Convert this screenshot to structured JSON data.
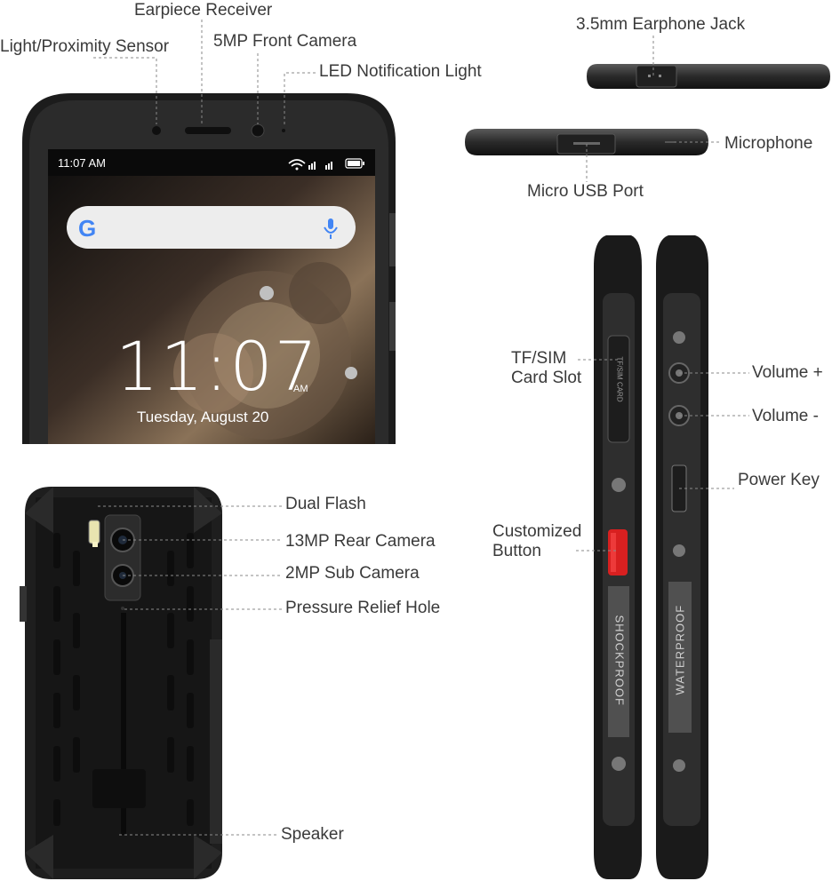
{
  "labels": {
    "earpiece_receiver": "Earpiece Receiver",
    "light_proximity_sensor": "Light/Proximity Sensor",
    "front_camera": "5MP Front Camera",
    "led_notification": "LED Notification Light",
    "earphone_jack": "3.5mm Earphone Jack",
    "microphone": "Microphone",
    "micro_usb_port": "Micro USB Port",
    "tf_sim_slot_line1": "TF/SIM",
    "tf_sim_slot_line2": "Card Slot",
    "volume_up": "Volume +",
    "volume_down": "Volume -",
    "power_key": "Power Key",
    "customized_button_line1": "Customized",
    "customized_button_line2": "Button",
    "dual_flash": "Dual Flash",
    "rear_camera": "13MP Rear Camera",
    "sub_camera": "2MP Sub Camera",
    "pressure_relief_hole": "Pressure Relief Hole",
    "speaker": "Speaker"
  },
  "screen": {
    "status_time": "11:07 AM",
    "clock": "11:07",
    "clock_suffix": "AM",
    "date": "Tuesday, August 20"
  },
  "side_text": {
    "left_side": "SHOCKPROOF",
    "right_side": "WATERPROOF",
    "card_slot": "TF/SIM CARD"
  },
  "colors": {
    "phone_body": "#1c1c1c",
    "phone_bezel": "#2b2b2b",
    "side_metal": "#4a4a4a",
    "custom_button": "#d82020",
    "label_text": "#3a3a3a"
  }
}
